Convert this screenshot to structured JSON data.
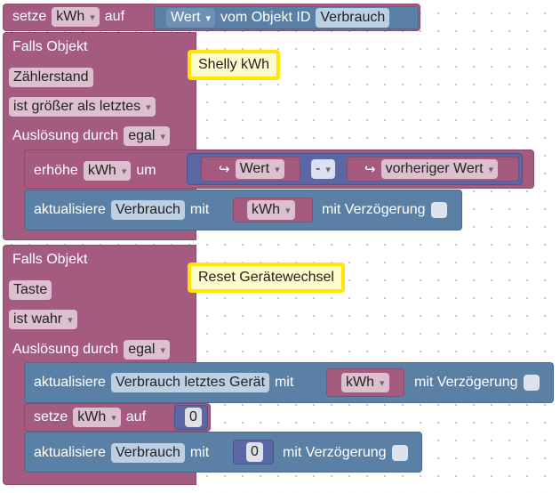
{
  "block_set": {
    "label": "setze",
    "var": "kWh",
    "to": "auf",
    "value_field": "Wert",
    "from_object": "vom Objekt ID",
    "object_id": "Verbrauch"
  },
  "trigger1": {
    "title": "Falls Objekt",
    "object": "Zählerstand",
    "condition": "ist größer als letztes",
    "trigger_label": "Auslösung durch",
    "trigger_value": "egal",
    "comment": "Shelly kWh",
    "increase": {
      "label": "erhöhe",
      "var": "kWh",
      "by": "um",
      "left": "Wert",
      "op": "-",
      "right": "vorheriger Wert"
    },
    "update": {
      "label": "aktualisiere",
      "object": "Verbrauch",
      "with": "mit",
      "var": "kWh",
      "delay": "mit Verzögerung"
    }
  },
  "trigger2": {
    "title": "Falls Objekt",
    "object": "Taste",
    "condition": "ist wahr",
    "trigger_label": "Auslösung durch",
    "trigger_value": "egal",
    "comment": "Reset Gerätewechsel",
    "update1": {
      "label": "aktualisiere",
      "object": "Verbrauch letztes Gerät",
      "with": "mit",
      "var": "kWh",
      "delay": "mit Verzögerung"
    },
    "set": {
      "label": "setze",
      "var": "kWh",
      "to": "auf",
      "value": "0"
    },
    "update2": {
      "label": "aktualisiere",
      "object": "Verbrauch",
      "with": "mit",
      "value": "0",
      "delay": "mit Verzögerung"
    }
  }
}
